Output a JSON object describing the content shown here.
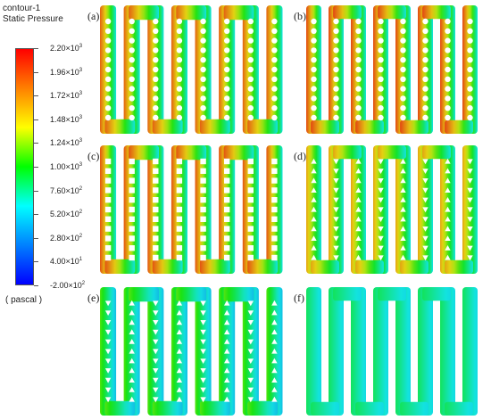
{
  "legend": {
    "title_line1": "contour-1",
    "title_line2": "Static Pressure",
    "unit": "( pascal )",
    "ticks": [
      {
        "base": "2.20",
        "exp": "3",
        "value": 2200
      },
      {
        "base": "1.96",
        "exp": "3",
        "value": 1960
      },
      {
        "base": "1.72",
        "exp": "3",
        "value": 1720
      },
      {
        "base": "1.48",
        "exp": "3",
        "value": 1480
      },
      {
        "base": "1.24",
        "exp": "3",
        "value": 1240
      },
      {
        "base": "1.00",
        "exp": "3",
        "value": 1000
      },
      {
        "base": "7.60",
        "exp": "2",
        "value": 760
      },
      {
        "base": "5.20",
        "exp": "2",
        "value": 520
      },
      {
        "base": "2.80",
        "exp": "2",
        "value": 280
      },
      {
        "base": "4.00",
        "exp": "1",
        "value": 40
      },
      {
        "base": "-2.00",
        "exp": "2",
        "value": -200
      }
    ],
    "colors": [
      "#ff0000",
      "#ff8000",
      "#ffff00",
      "#00ff00",
      "#00ffff",
      "#0080ff",
      "#0000ff"
    ]
  },
  "panels": [
    {
      "label": "(a)",
      "obstacle": "circle",
      "channels": 4,
      "p_start": 1900,
      "p_end": 600
    },
    {
      "label": "(b)",
      "obstacle": "circle",
      "channels": 4,
      "p_start": 2000,
      "p_end": 600
    },
    {
      "label": "(c)",
      "obstacle": "square",
      "channels": 4,
      "p_start": 1950,
      "p_end": 600
    },
    {
      "label": "(d)",
      "obstacle": "triangle-up",
      "channels": 4,
      "p_start": 1650,
      "p_end": 600
    },
    {
      "label": "(e)",
      "obstacle": "triangle-down",
      "channels": 4,
      "p_start": 1130,
      "p_end": 450
    },
    {
      "label": "(f)",
      "obstacle": "none",
      "channels": 4,
      "p_start": 860,
      "p_end": 560
    }
  ]
}
